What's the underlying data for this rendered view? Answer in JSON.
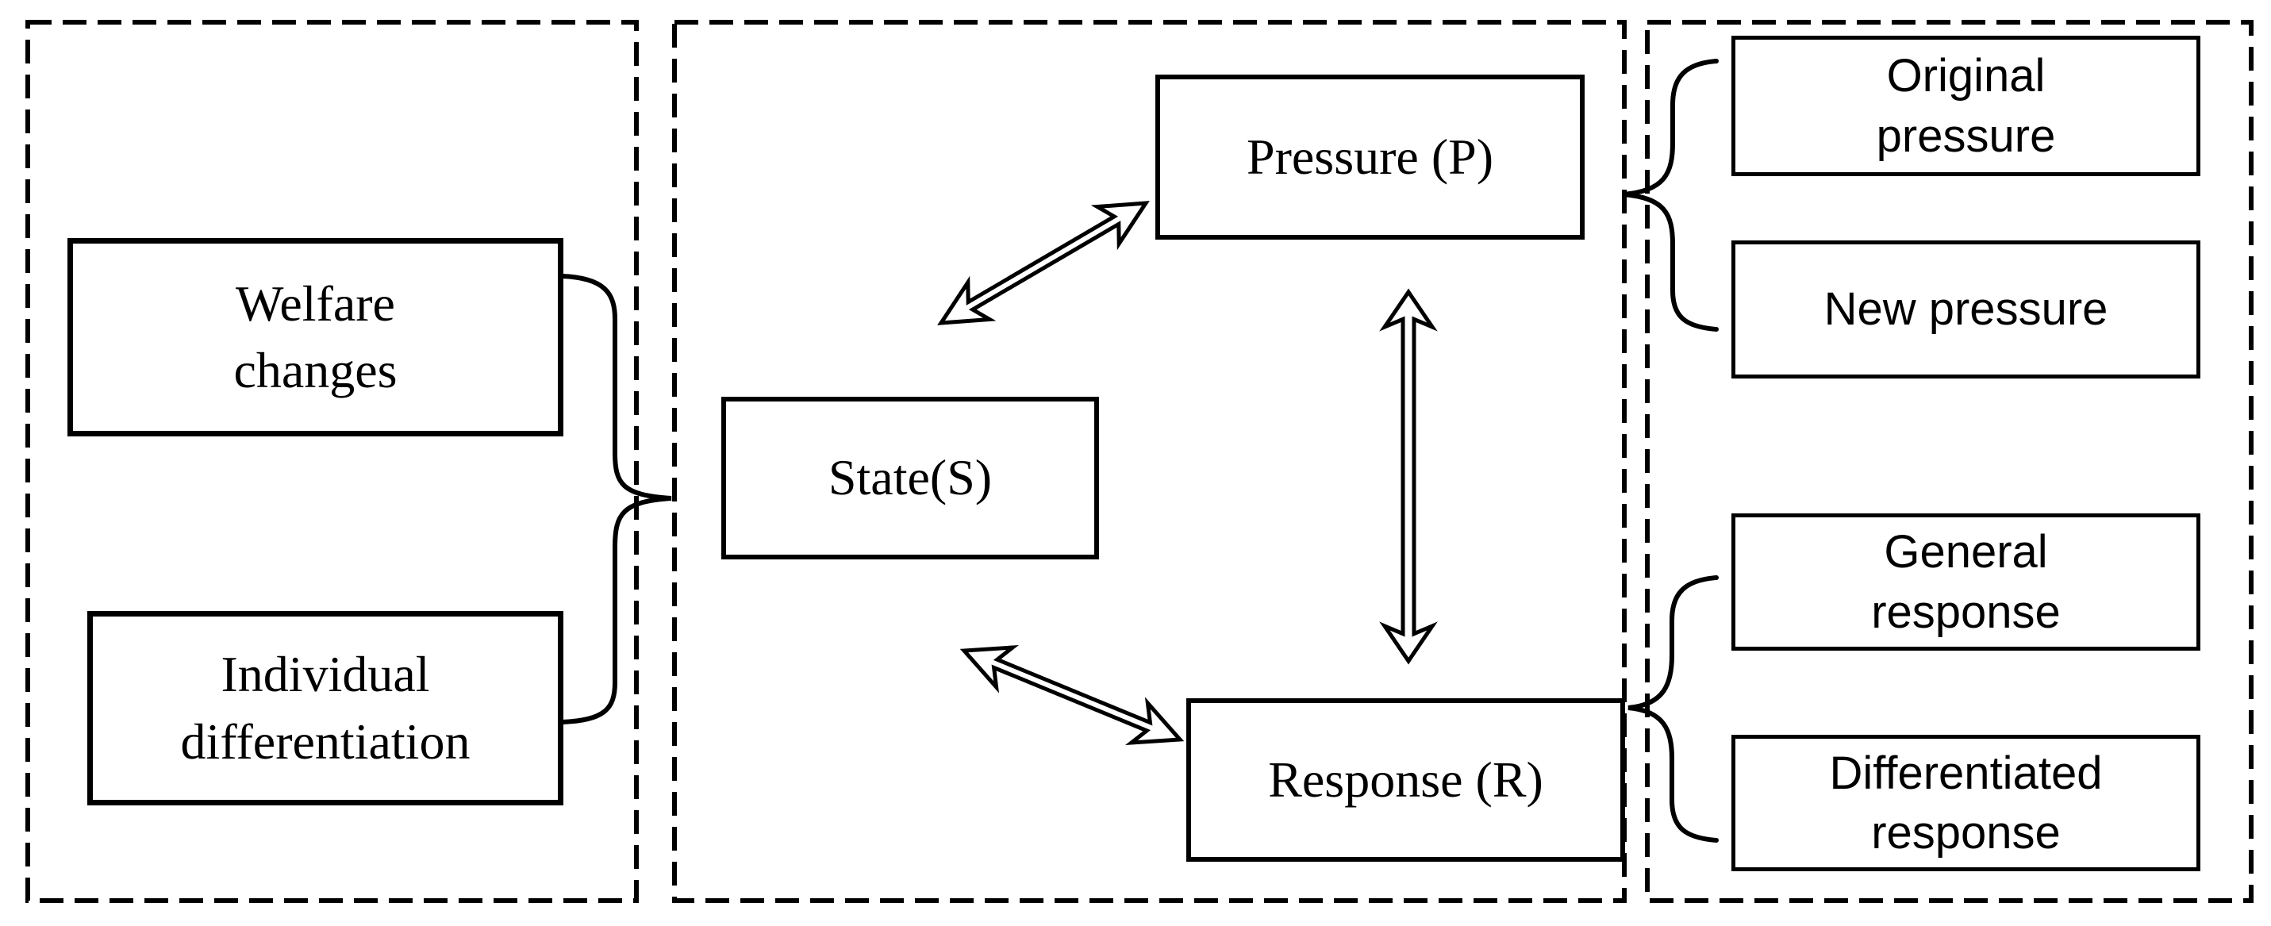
{
  "colors": {
    "stroke": "#000000",
    "background": "#ffffff"
  },
  "boxes": {
    "welfare": {
      "lines": [
        "Welfare",
        "changes"
      ]
    },
    "individual": {
      "lines": [
        "Individual",
        "differentiation"
      ]
    },
    "pressure": {
      "lines": [
        "Pressure (P)"
      ]
    },
    "state": {
      "lines": [
        "State(S)"
      ]
    },
    "response": {
      "lines": [
        "Response (R)"
      ]
    },
    "original_pressure": {
      "lines": [
        "Original",
        "pressure"
      ]
    },
    "new_pressure": {
      "lines": [
        "New pressure"
      ]
    },
    "general_response": {
      "lines": [
        "General",
        "response"
      ]
    },
    "differentiated_response": {
      "lines": [
        "Differentiated",
        "response"
      ]
    }
  },
  "relations": [
    {
      "type": "brace-group",
      "from": [
        "Welfare changes",
        "Individual differentiation"
      ],
      "to": "State(S)"
    },
    {
      "type": "double-arrow",
      "between": [
        "State(S)",
        "Pressure (P)"
      ]
    },
    {
      "type": "double-arrow",
      "between": [
        "State(S)",
        "Response (R)"
      ]
    },
    {
      "type": "double-arrow",
      "between": [
        "Pressure (P)",
        "Response (R)"
      ]
    },
    {
      "type": "brace-group",
      "from": "Pressure (P)",
      "to": [
        "Original pressure",
        "New pressure"
      ]
    },
    {
      "type": "brace-group",
      "from": "Response (R)",
      "to": [
        "General response",
        "Differentiated response"
      ]
    }
  ]
}
